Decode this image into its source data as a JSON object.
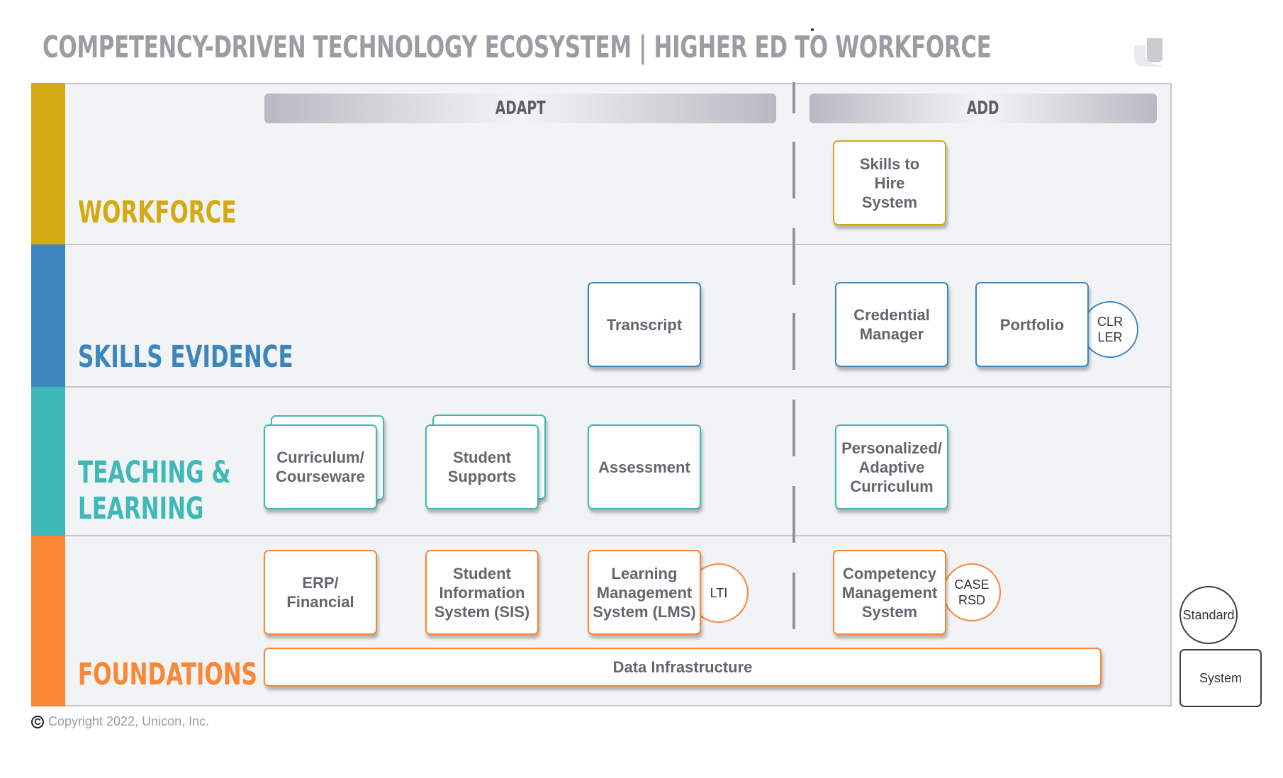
{
  "title": "COMPETENCY-DRIVEN TECHNOLOGY ECOSYSTEM  |  HIGHER ED TO WORKFORCE",
  "colors": {
    "workforce": "#d4aa12",
    "skills_evidence": "#3d86bd",
    "teaching_learning": "#3fb8b8",
    "foundations": "#fb8635",
    "title_gray": "#9a9da4"
  },
  "headers": {
    "adapt": "ADAPT",
    "add": "ADD"
  },
  "rows": {
    "workforce": "WORKFORCE",
    "skills_evidence": "SKILLS EVIDENCE",
    "teaching_learning_line1": "TEACHING &",
    "teaching_learning_line2": "LEARNING",
    "foundations": "FOUNDATIONS"
  },
  "systems": {
    "skills_to_hire": "Skills to\nHire\nSystem",
    "transcript": "Transcript",
    "credential_manager": "Credential\nManager",
    "portfolio": "Portfolio",
    "curriculum": "Curriculum/\nCourseware",
    "student_supports": "Student\nSupports",
    "assessment": "Assessment",
    "personalized": "Personalized/\nAdaptive\nCurriculum",
    "erp": "ERP/\nFinancial",
    "sis": "Student\nInformation\nSystem (SIS)",
    "lms": "Learning\nManagement\nSystem (LMS)",
    "competency_mgmt": "Competency\nManagement\nSystem",
    "data_infrastructure": "Data Infrastructure"
  },
  "standards": {
    "clr_ler": "CLR\nLER",
    "lti": "LTI",
    "case_rsd": "CASE\nRSD"
  },
  "legend": {
    "standard": "Standard",
    "system": "System"
  },
  "copyright": "Copyright 2022, Unicon, Inc."
}
